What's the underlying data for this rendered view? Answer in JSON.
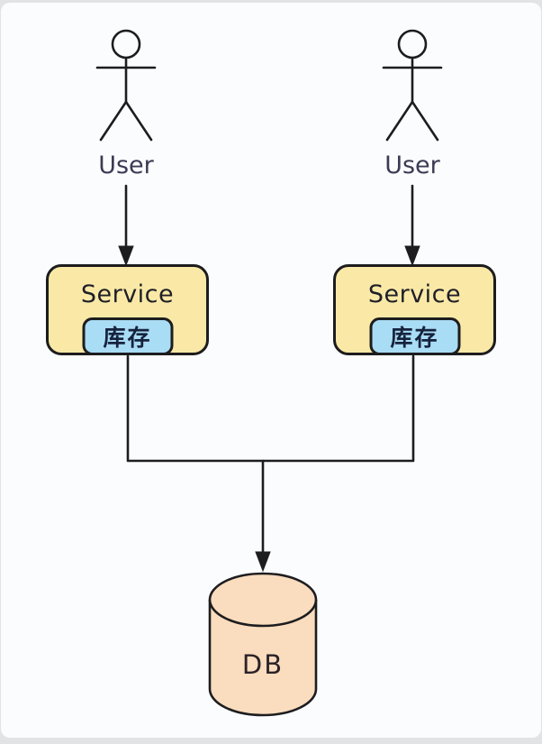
{
  "actors": [
    {
      "label": "User"
    },
    {
      "label": "User"
    }
  ],
  "services": [
    {
      "label": "Service",
      "module_label": "库存"
    },
    {
      "label": "Service",
      "module_label": "库存"
    }
  ],
  "database": {
    "label": "DB"
  },
  "colors": {
    "service_fill": "#FAE9A6",
    "module_fill": "#A9DCF5",
    "database_fill": "#FADCBE",
    "line": "#1d1d1f",
    "actor_text": "#3b3b54",
    "service_text": "#1f1f28",
    "module_text": "#16223c",
    "db_text": "#2b2228",
    "canvas_bg": "#fbfcfd",
    "page_bg": "#e2e3e5"
  }
}
